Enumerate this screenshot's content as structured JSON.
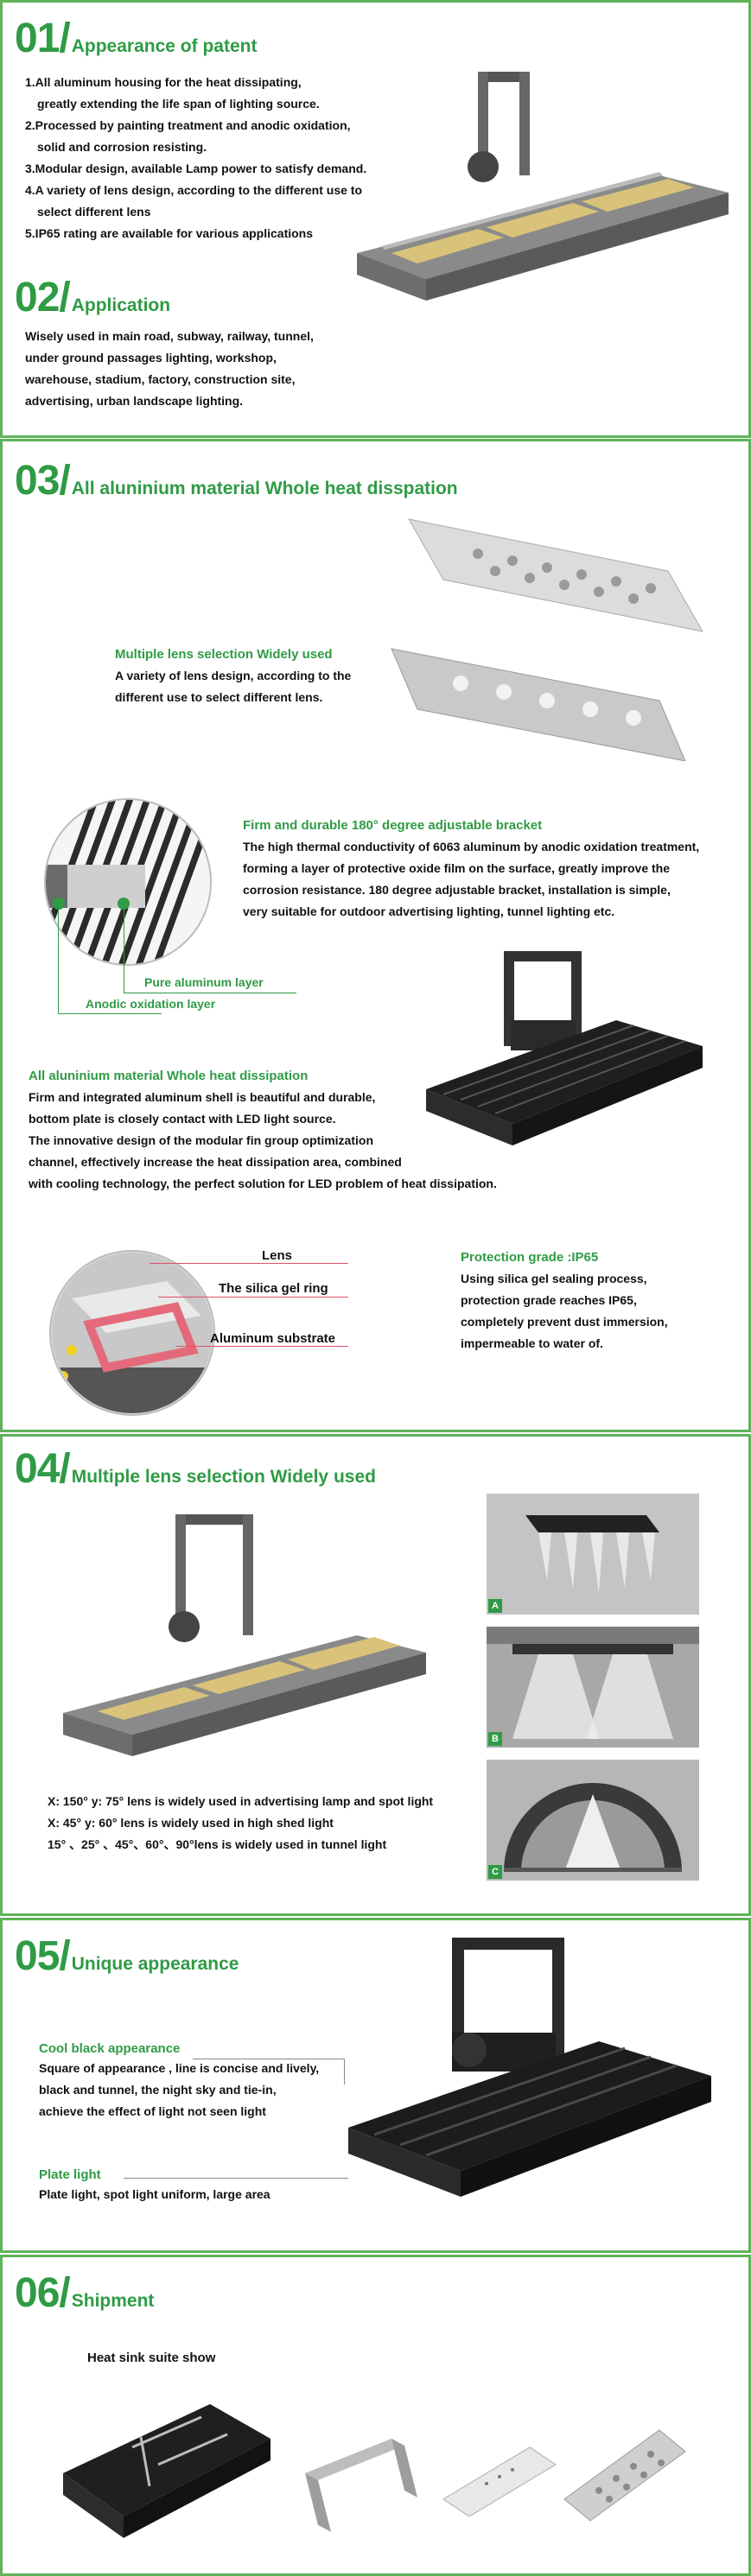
{
  "sec01": {
    "num": "01/",
    "title": "Appearance of patent",
    "items": [
      "1.All aluminum housing for the heat dissipating,",
      "greatly extending the life span of lighting source.",
      "2.Processed by painting treatment and anodic oxidation,",
      "solid and corrosion resisting.",
      "3.Modular design, available Lamp power to satisfy demand.",
      "4.A variety of lens design, according to the different use to",
      "select different lens",
      "5.IP65 rating are available for various applications"
    ]
  },
  "sec02": {
    "num": "02/",
    "title": "Application",
    "lines": [
      "Wisely used in main road, subway, railway, tunnel,",
      "under ground passages lighting, workshop,",
      "warehouse, stadium, factory, construction site,",
      "advertising, urban landscape lighting."
    ]
  },
  "sec03": {
    "num": "03/",
    "title": "All aluninium material  Whole heat disspation",
    "lens": {
      "title": "Multiple lens selection  Widely used",
      "lines": [
        "A variety of lens design, according to the",
        "different  use to select different lens."
      ]
    },
    "bracket": {
      "title": "Firm and durable  180° degree adjustable bracket",
      "lines": [
        "The high thermal conductivity of 6063 aluminum by anodic oxidation treatment,",
        "forming a layer of protective oxide film on the surface, greatly improve the",
        "corrosion resistance. 180 degree adjustable bracket, installation is simple,",
        "very suitable for outdoor advertising lighting, tunnel lighting etc."
      ]
    },
    "pure_label": "Pure aluminum layer",
    "anodic_label": "Anodic oxidation layer",
    "heat": {
      "title": "All aluninium material  Whole heat dissipation",
      "lines": [
        "Firm and integrated aluminum shell is beautiful and durable,",
        "bottom plate is closely contact with LED light source.",
        "The innovative design of the modular fin group optimization",
        "channel, effectively increase the heat dissipation area, combined",
        "with cooling technology, the perfect solution for LED problem of heat dissipation."
      ]
    },
    "layers": {
      "lens": "Lens",
      "gel": "The silica gel ring",
      "substrate": "Aluminum substrate"
    },
    "protection": {
      "title": "Protection grade :IP65",
      "lines": [
        "Using silica gel sealing process,",
        "protection grade reaches IP65,",
        "completely prevent dust immersion,",
        "impermeable to water of."
      ]
    }
  },
  "sec04": {
    "num": "04/",
    "title": "Multiple lens selection  Widely used",
    "lines": [
      "X: 150°  y: 75° lens is widely used in advertising lamp and spot light",
      "X: 45°  y: 60° lens is widely used in high shed light",
      "15° 、25° 、45°、60°、90°lens is widely used in tunnel light"
    ],
    "badges": [
      "A",
      "B",
      "C"
    ]
  },
  "sec05": {
    "num": "05/",
    "title": "Unique appearance",
    "cool_title": "Cool black appearance",
    "cool_lines": [
      "Square of appearance , line is concise and lively,",
      "black and tunnel, the night sky and tie-in,",
      "achieve the effect of light not seen light"
    ],
    "plate_title": "Plate light",
    "plate_line": "Plate light, spot light uniform, large area"
  },
  "sec06": {
    "num": "06/",
    "title": "Shipment",
    "subtitle": "Heat sink suite show"
  }
}
